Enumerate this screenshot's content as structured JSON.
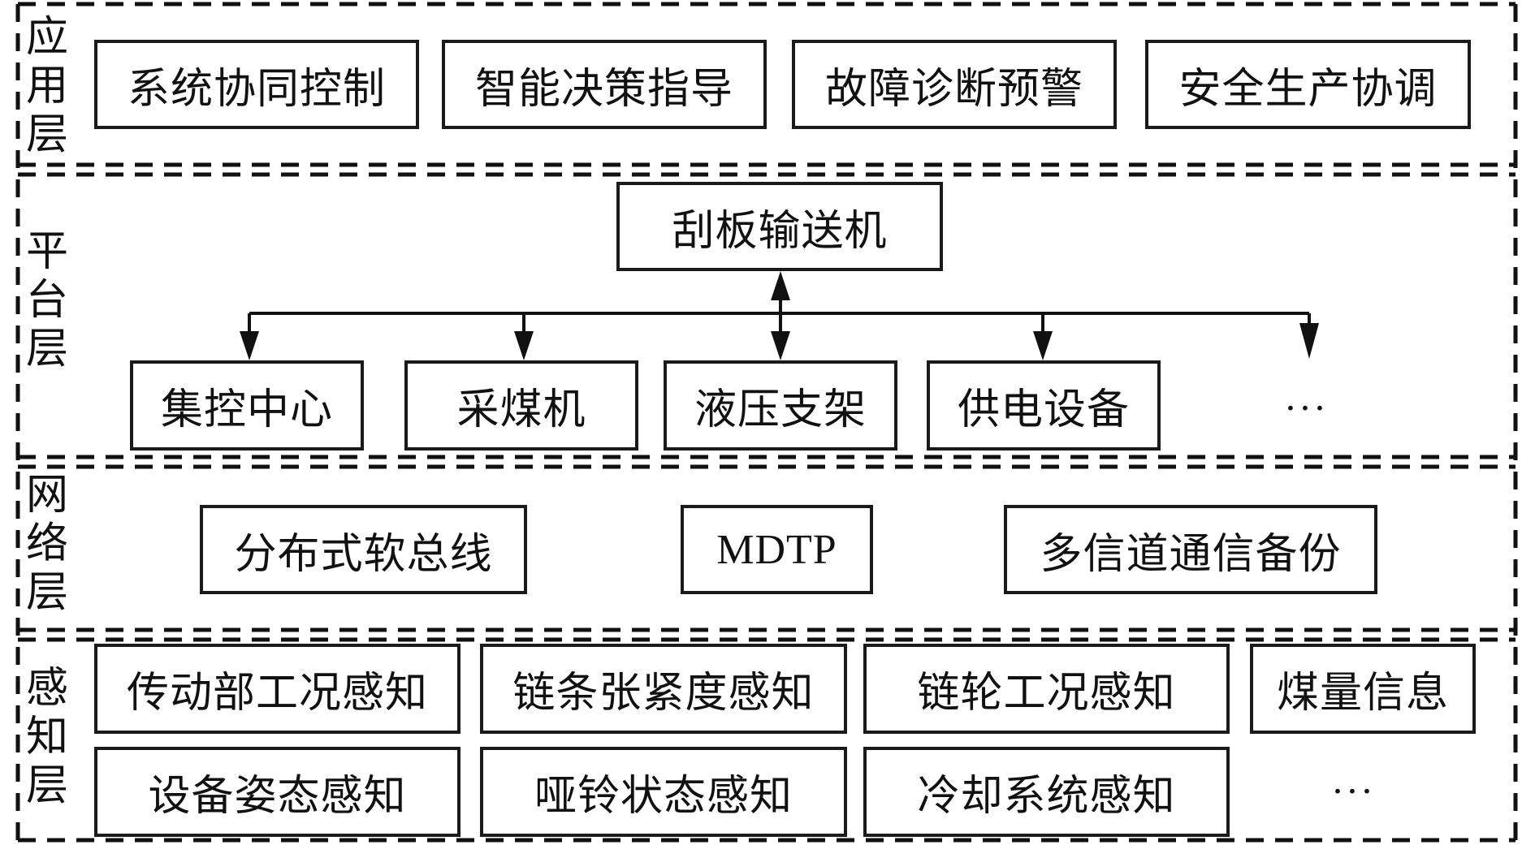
{
  "layers": {
    "application": {
      "label": "应用层",
      "items": [
        "系统协同控制",
        "智能决策指导",
        "故障诊断预警",
        "安全生产协调"
      ]
    },
    "platform": {
      "label": "平台层",
      "hub": "刮板输送机",
      "items": [
        "集控中心",
        "采煤机",
        "液压支架",
        "供电设备"
      ],
      "more": "···"
    },
    "network": {
      "label": "网络层",
      "items": [
        "分布式软总线",
        "MDTP",
        "多信道通信备份"
      ]
    },
    "perception": {
      "label": "感知层",
      "row1": [
        "传动部工况感知",
        "链条张紧度感知",
        "链轮工况感知",
        "煤量信息"
      ],
      "row2": [
        "设备姿态感知",
        "哑铃状态感知",
        "冷却系统感知"
      ],
      "more": "···"
    }
  }
}
